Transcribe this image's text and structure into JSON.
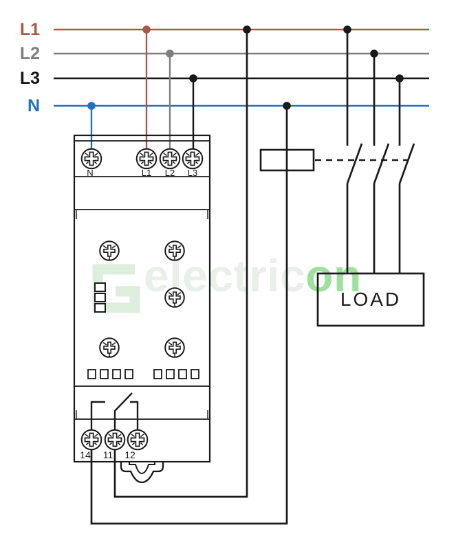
{
  "diagram": {
    "type": "wiring-schematic",
    "bus_lines": [
      {
        "id": "L1",
        "label": "L1",
        "color_key": "l1"
      },
      {
        "id": "L2",
        "label": "L2",
        "color_key": "l2"
      },
      {
        "id": "L3",
        "label": "L3",
        "color_key": "l3"
      },
      {
        "id": "N",
        "label": "N",
        "color_key": "n"
      }
    ],
    "relay": {
      "top_terminals": [
        "N",
        "L1",
        "L2",
        "L3"
      ],
      "bottom_terminals": [
        "14",
        "11",
        "12"
      ],
      "adjustment_knobs": 5,
      "led_indicators": 3,
      "dip_windows_per_group": 4
    },
    "contactor": {
      "poles": 3,
      "coil": "contactor-coil",
      "linkage": "dashed-mechanical-link"
    },
    "load": {
      "label": "LOAD"
    },
    "watermark": {
      "text_pale": "electric",
      "text_bright": "on"
    },
    "icons": [
      "terminal-screw-icon",
      "adjustment-knob-icon",
      "led-indicator",
      "dip-window",
      "din-rail-clip"
    ],
    "colors": {
      "l1": "#a85a46",
      "l2": "#7e7e7e",
      "l3": "#161616",
      "n": "#2172c0",
      "ink": "#1a1a1a",
      "wm_pale": "#e9efe9",
      "wm_bright": "#95dd95",
      "wm_logo": "#ddeedd"
    }
  }
}
